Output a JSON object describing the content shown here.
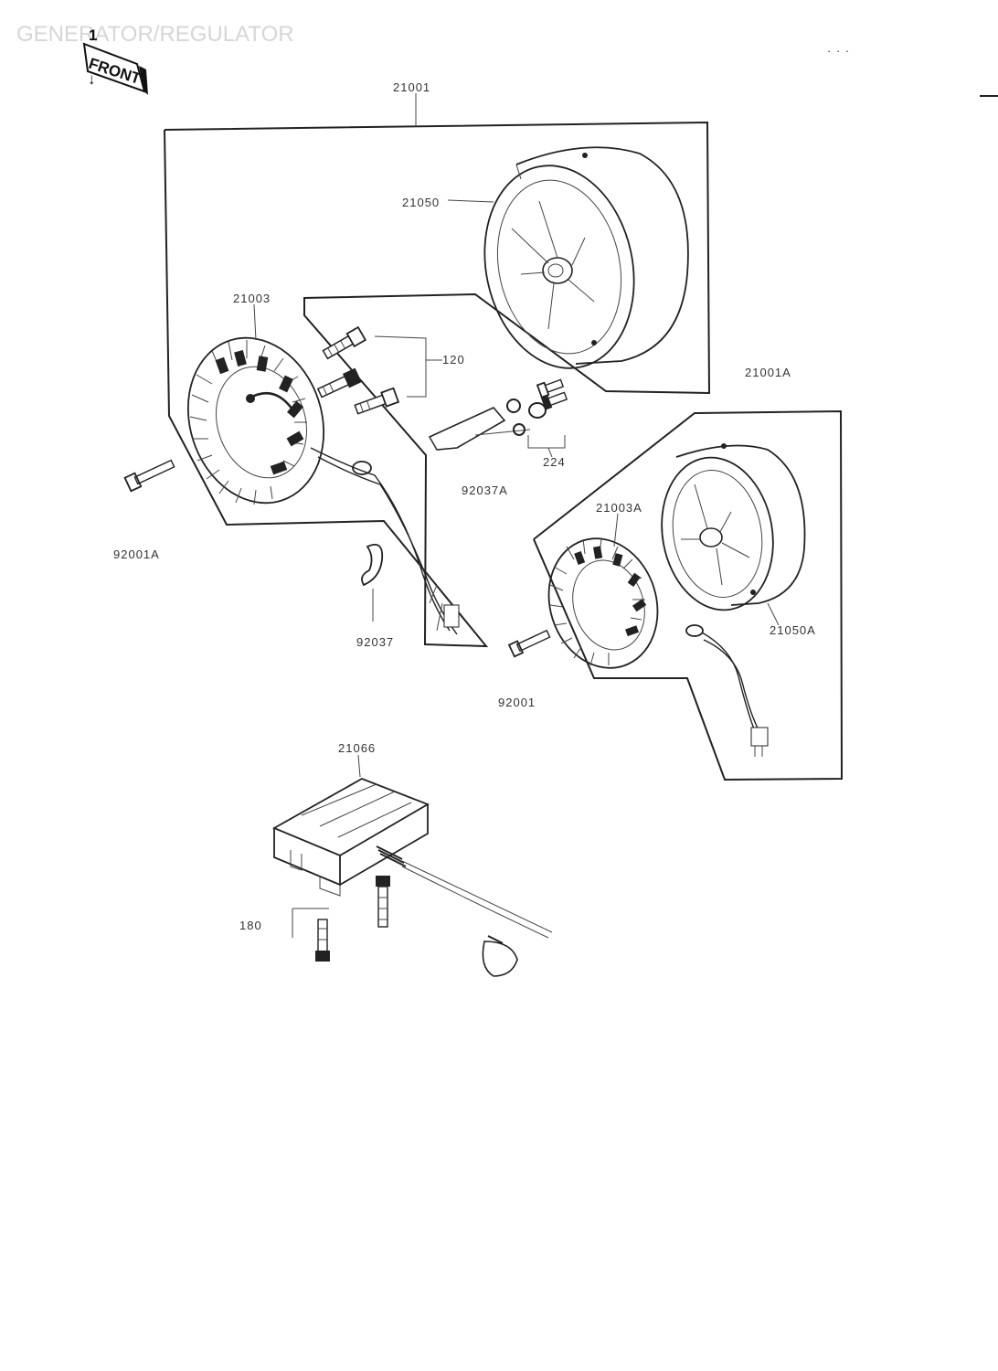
{
  "title": "GENERATOR/REGULATOR",
  "front_label": "FRONT",
  "front_mark": "1",
  "corner_text": "· · ·",
  "labels": {
    "top_assembly": "21001",
    "rotor": "21050",
    "stator": "21003",
    "bolt_group": "120",
    "assembly_a": "21001A",
    "nut_group": "224",
    "holder_a": "92037A",
    "stator_a": "21003A",
    "bolt_a": "92001A",
    "rotor_a": "21050A",
    "holder": "92037",
    "bolt": "92001",
    "regulator": "21066",
    "reg_bolt": "180"
  }
}
